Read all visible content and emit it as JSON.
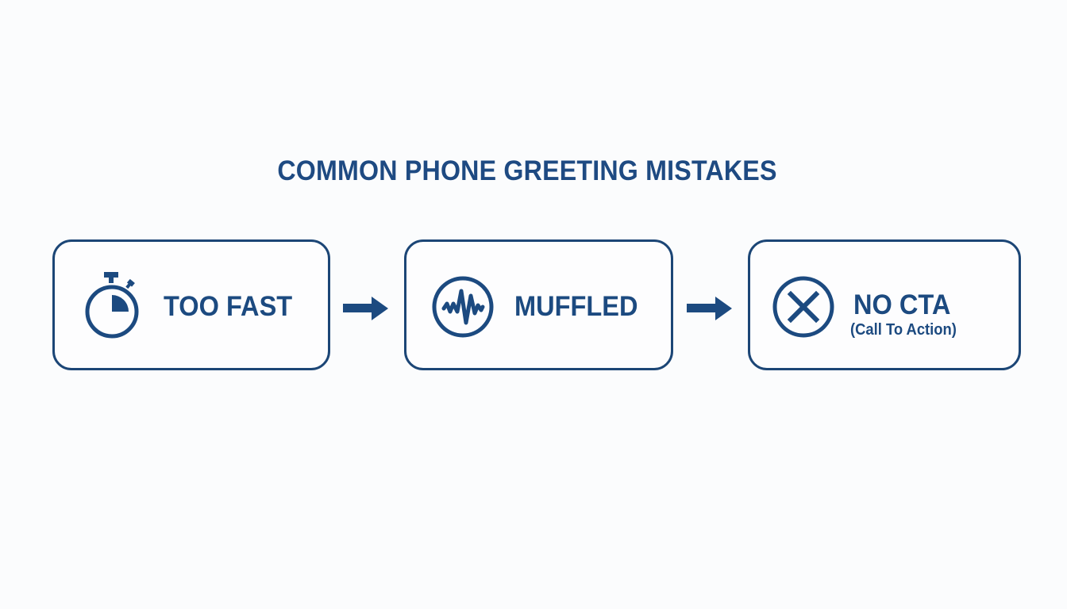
{
  "title": "COMMON PHONE GREETING MISTAKES",
  "colors": {
    "primary": "#1c4a80",
    "border": "#1c4676",
    "background": "#fbfcfd"
  },
  "steps": [
    {
      "label": "TOO FAST",
      "sublabel": "",
      "icon": "stopwatch-icon"
    },
    {
      "label": "MUFFLED",
      "sublabel": "",
      "icon": "sound-wave-circle-icon"
    },
    {
      "label": "NO CTA",
      "sublabel": "(Call To Action)",
      "icon": "x-circle-icon"
    }
  ],
  "connectors": [
    {
      "from": 0,
      "to": 1,
      "icon": "arrow-right-icon"
    },
    {
      "from": 1,
      "to": 2,
      "icon": "arrow-right-icon"
    }
  ]
}
